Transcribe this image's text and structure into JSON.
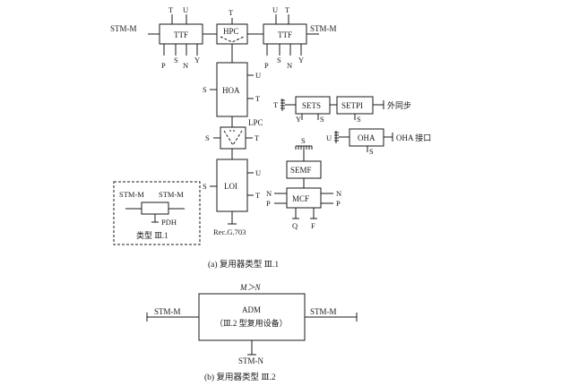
{
  "diagram_a": {
    "ttf_left": {
      "label": "TTF",
      "top_t": "T",
      "top_u": "U",
      "bot_p": "P",
      "bot_s": "S",
      "bot_n": "N",
      "bot_y": "Y"
    },
    "ttf_right": {
      "label": "TTF",
      "top_u": "U",
      "top_t": "T",
      "bot_p": "P",
      "bot_s": "S",
      "bot_n": "N",
      "bot_y": "Y"
    },
    "stm_left": "STM-M",
    "stm_right": "STM-M",
    "hpc": {
      "label": "HPC",
      "t": "T"
    },
    "hoa": {
      "label": "HOA",
      "s": "S",
      "u": "U",
      "t": "T"
    },
    "lpc": {
      "label": "LPC",
      "s": "S",
      "t": "T"
    },
    "loi": {
      "label": "LOI",
      "s": "S",
      "u": "U",
      "t": "T",
      "bottom": "Rec.G.703"
    },
    "sets": {
      "label": "SETS",
      "t": "T",
      "y": "Y",
      "s": "S"
    },
    "setpi": {
      "label": "SETPI",
      "s": "S",
      "out": "外同步"
    },
    "oha": {
      "label": "OHA",
      "u": "U",
      "s": "S",
      "out": "OHA 接口"
    },
    "semf": {
      "label": "SEMF",
      "s": "S"
    },
    "mcf": {
      "label": "MCF",
      "left_n": "N",
      "left_p": "P",
      "right_n": "N",
      "right_p": "P",
      "bot_q": "Q",
      "bot_f": "F"
    },
    "type_box": {
      "stm_left": "STM-M",
      "stm_right": "STM-M",
      "pdh": "PDH",
      "title": "类型 Ⅲ.1"
    },
    "caption": "(a) 复用器类型 Ⅲ.1"
  },
  "diagram_b": {
    "condition": "M＞N",
    "adm_title": "ADM",
    "adm_subtitle": "（Ⅲ.2 型复用设备）",
    "stm_left": "STM-M",
    "stm_right": "STM-M",
    "stm_bottom": "STM-N",
    "caption": "(b) 复用器类型 Ⅲ.2"
  }
}
